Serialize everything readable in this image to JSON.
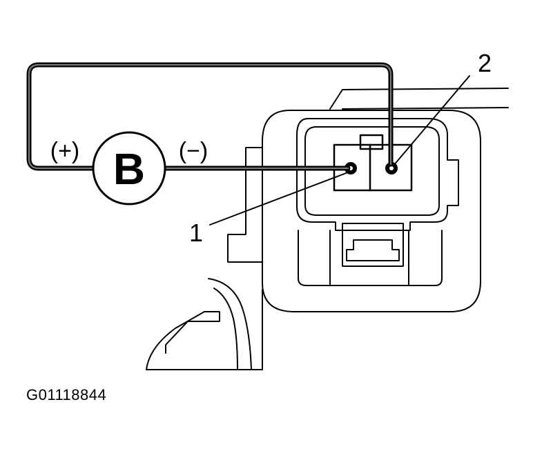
{
  "diagram": {
    "battery": {
      "symbol": "B"
    },
    "polarity": {
      "positive": "(+)",
      "negative": "(−)"
    },
    "callouts": [
      {
        "number": "1",
        "target": "terminal-1"
      },
      {
        "number": "2",
        "target": "terminal-2"
      }
    ],
    "figure_code": "G01118844",
    "colors": {
      "ink": "#000000",
      "wire_core": "#7a7a7a",
      "background": "#ffffff"
    }
  }
}
